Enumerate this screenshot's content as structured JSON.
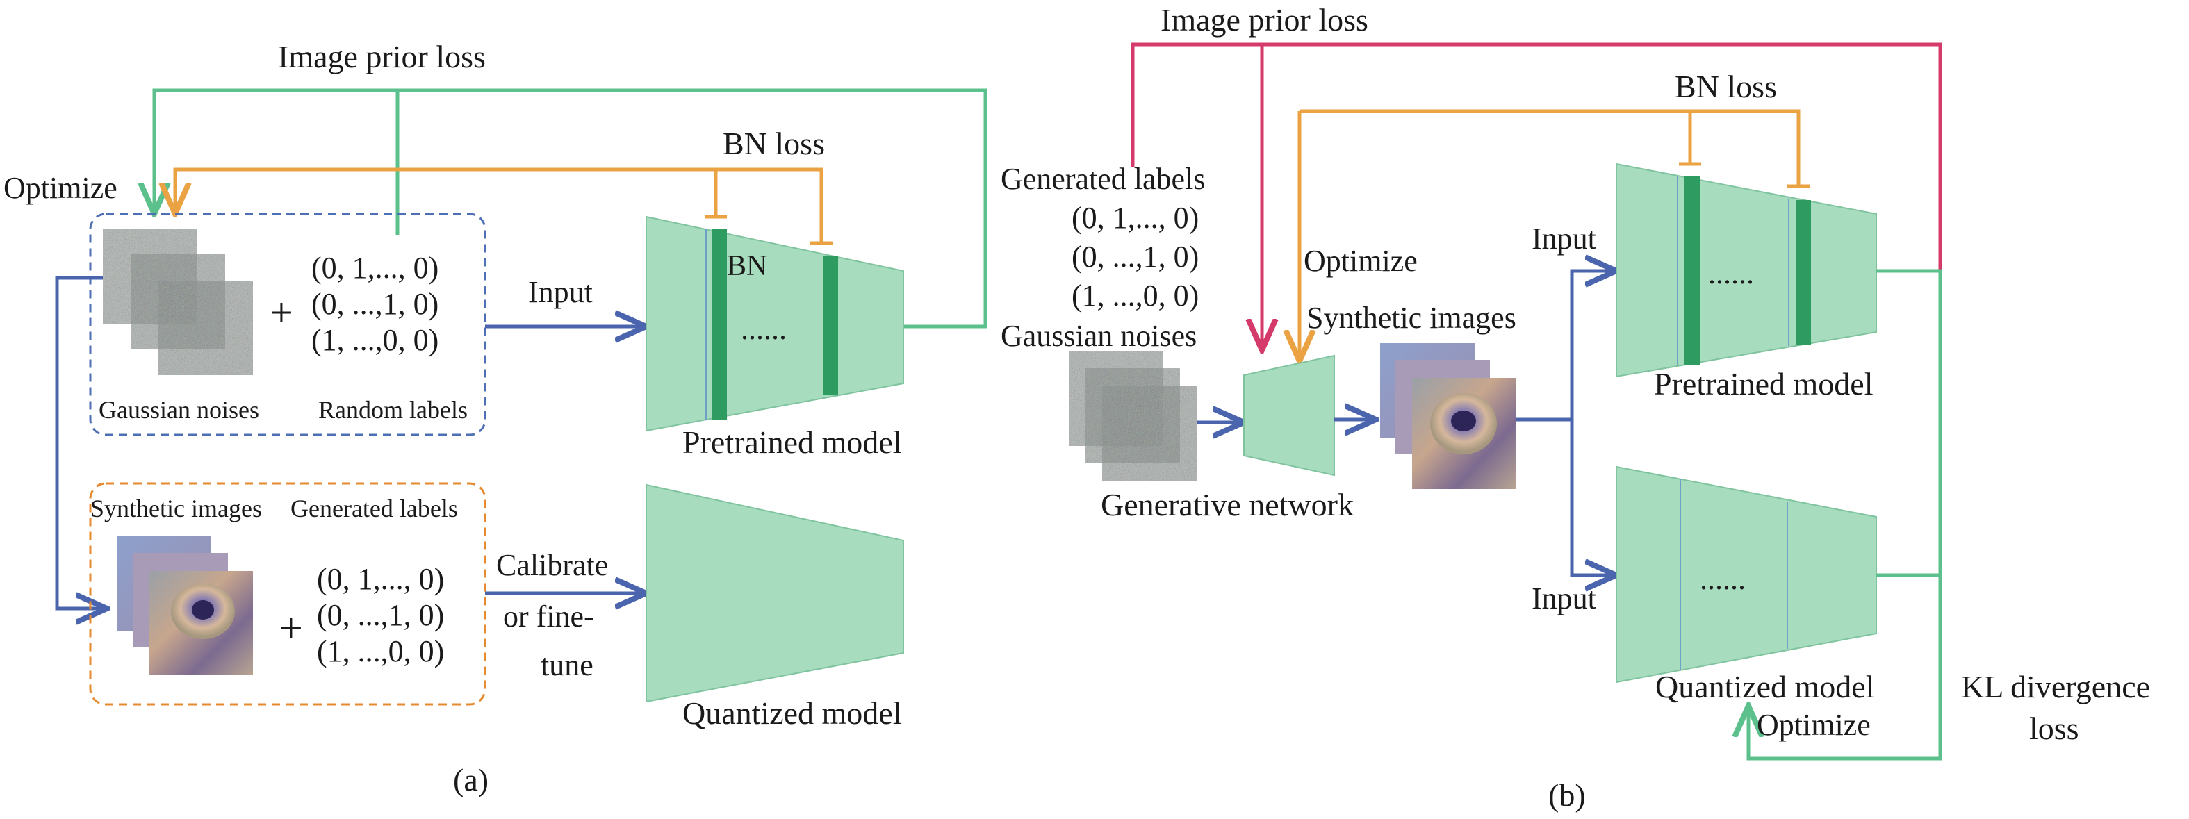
{
  "colors": {
    "green": "#5cc08c",
    "orange": "#eba243",
    "blue": "#4a64ad",
    "crimson": "#d43b6a",
    "model_fill": "#a8dcbe",
    "bn_bar": "#2e9c60",
    "dash_blue": "#4f6fb5",
    "dash_orange": "#e58a2f"
  },
  "panel_a": {
    "image_prior_loss": "Image prior loss",
    "bn_loss": "BN loss",
    "optimize": "Optimize",
    "bn": "BN",
    "input": "Input",
    "labels": [
      "(0, 1,..., 0)",
      "(0, ...,1, 0)",
      "(1, ...,0, 0)"
    ],
    "plus": "+",
    "gaussian_noises": "Gaussian noises",
    "random_labels": "Random labels",
    "pretrained_model": "Pretrained model",
    "dots": "......",
    "synthetic_images": "Synthetic images",
    "generated_labels": "Generated labels",
    "gen_labels": [
      "(0, 1,..., 0)",
      "(0, ...,1, 0)",
      "(1, ...,0, 0)"
    ],
    "calibrate": "Calibrate",
    "or_fine": "or fine-",
    "tune": "tune",
    "quantized_model": "Quantized model",
    "caption": "(a)"
  },
  "panel_b": {
    "image_prior_loss": "Image prior loss",
    "bn_loss": "BN loss",
    "generated_labels": "Generated labels",
    "labels": [
      "(0, 1,..., 0)",
      "(0, ...,1, 0)",
      "(1, ...,0, 0)"
    ],
    "optimize_top": "Optimize",
    "gaussian_noises": "Gaussian noises",
    "synthetic_images": "Synthetic images",
    "generative_network": "Generative network",
    "input_top": "Input",
    "input_bottom": "Input",
    "pretrained_model": "Pretrained model",
    "dots_top": "......",
    "dots_bottom": "......",
    "quantized_model": "Quantized model",
    "optimize_bottom": "Optimize",
    "kl_line1": "KL divergence",
    "kl_line2": "loss",
    "caption": "(b)"
  }
}
